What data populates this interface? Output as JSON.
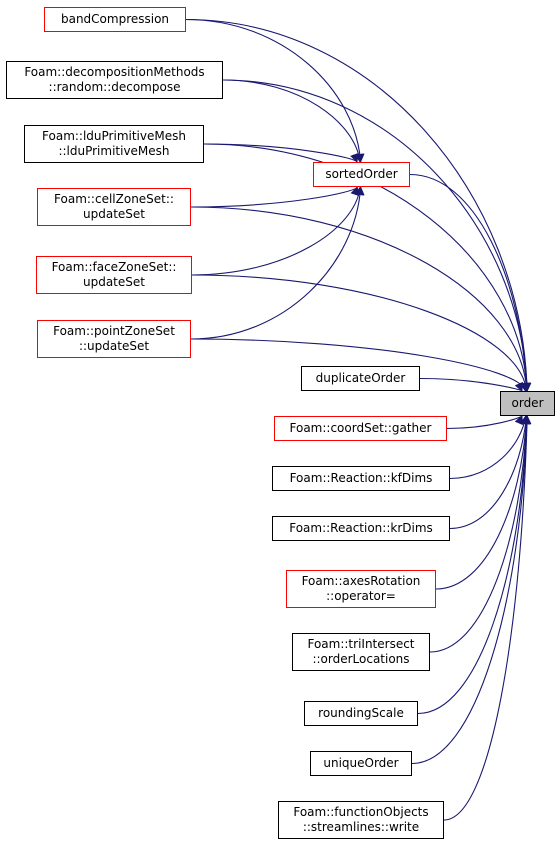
{
  "colors": {
    "edge": "#191970",
    "truncated_border": "#ff0000",
    "normal_border": "#000000",
    "focus_fill": "#bfbfbf"
  },
  "nodes": {
    "order": {
      "label": "order"
    },
    "sortedOrder": {
      "label": "sortedOrder"
    },
    "bandCompression": {
      "label": "bandCompression"
    },
    "randomDecompose": {
      "label": "Foam::decompositionMethods\n::random::decompose"
    },
    "lduPrimitiveMesh": {
      "label": "Foam::lduPrimitiveMesh\n::lduPrimitiveMesh"
    },
    "cellZoneSet": {
      "label": "Foam::cellZoneSet::\nupdateSet"
    },
    "faceZoneSet": {
      "label": "Foam::faceZoneSet::\nupdateSet"
    },
    "pointZoneSet": {
      "label": "Foam::pointZoneSet\n::updateSet"
    },
    "duplicateOrder": {
      "label": "duplicateOrder"
    },
    "coordSetGather": {
      "label": "Foam::coordSet::gather"
    },
    "kfDims": {
      "label": "Foam::Reaction::kfDims"
    },
    "krDims": {
      "label": "Foam::Reaction::krDims"
    },
    "axesRotation": {
      "label": "Foam::axesRotation\n::operator="
    },
    "triIntersect": {
      "label": "Foam::triIntersect\n::orderLocations"
    },
    "roundingScale": {
      "label": "roundingScale"
    },
    "uniqueOrder": {
      "label": "uniqueOrder"
    },
    "streamlines": {
      "label": "Foam::functionObjects\n::streamlines::write"
    }
  },
  "edges": [
    [
      "bandCompression",
      "sortedOrder"
    ],
    [
      "randomDecompose",
      "sortedOrder"
    ],
    [
      "lduPrimitiveMesh",
      "sortedOrder"
    ],
    [
      "cellZoneSet",
      "sortedOrder"
    ],
    [
      "faceZoneSet",
      "sortedOrder"
    ],
    [
      "pointZoneSet",
      "sortedOrder"
    ],
    [
      "bandCompression",
      "order"
    ],
    [
      "randomDecompose",
      "order"
    ],
    [
      "lduPrimitiveMesh",
      "order"
    ],
    [
      "cellZoneSet",
      "order"
    ],
    [
      "faceZoneSet",
      "order"
    ],
    [
      "pointZoneSet",
      "order"
    ],
    [
      "sortedOrder",
      "order"
    ],
    [
      "duplicateOrder",
      "order"
    ],
    [
      "coordSetGather",
      "order"
    ],
    [
      "kfDims",
      "order"
    ],
    [
      "krDims",
      "order"
    ],
    [
      "axesRotation",
      "order"
    ],
    [
      "triIntersect",
      "order"
    ],
    [
      "roundingScale",
      "order"
    ],
    [
      "uniqueOrder",
      "order"
    ],
    [
      "streamlines",
      "order"
    ]
  ]
}
